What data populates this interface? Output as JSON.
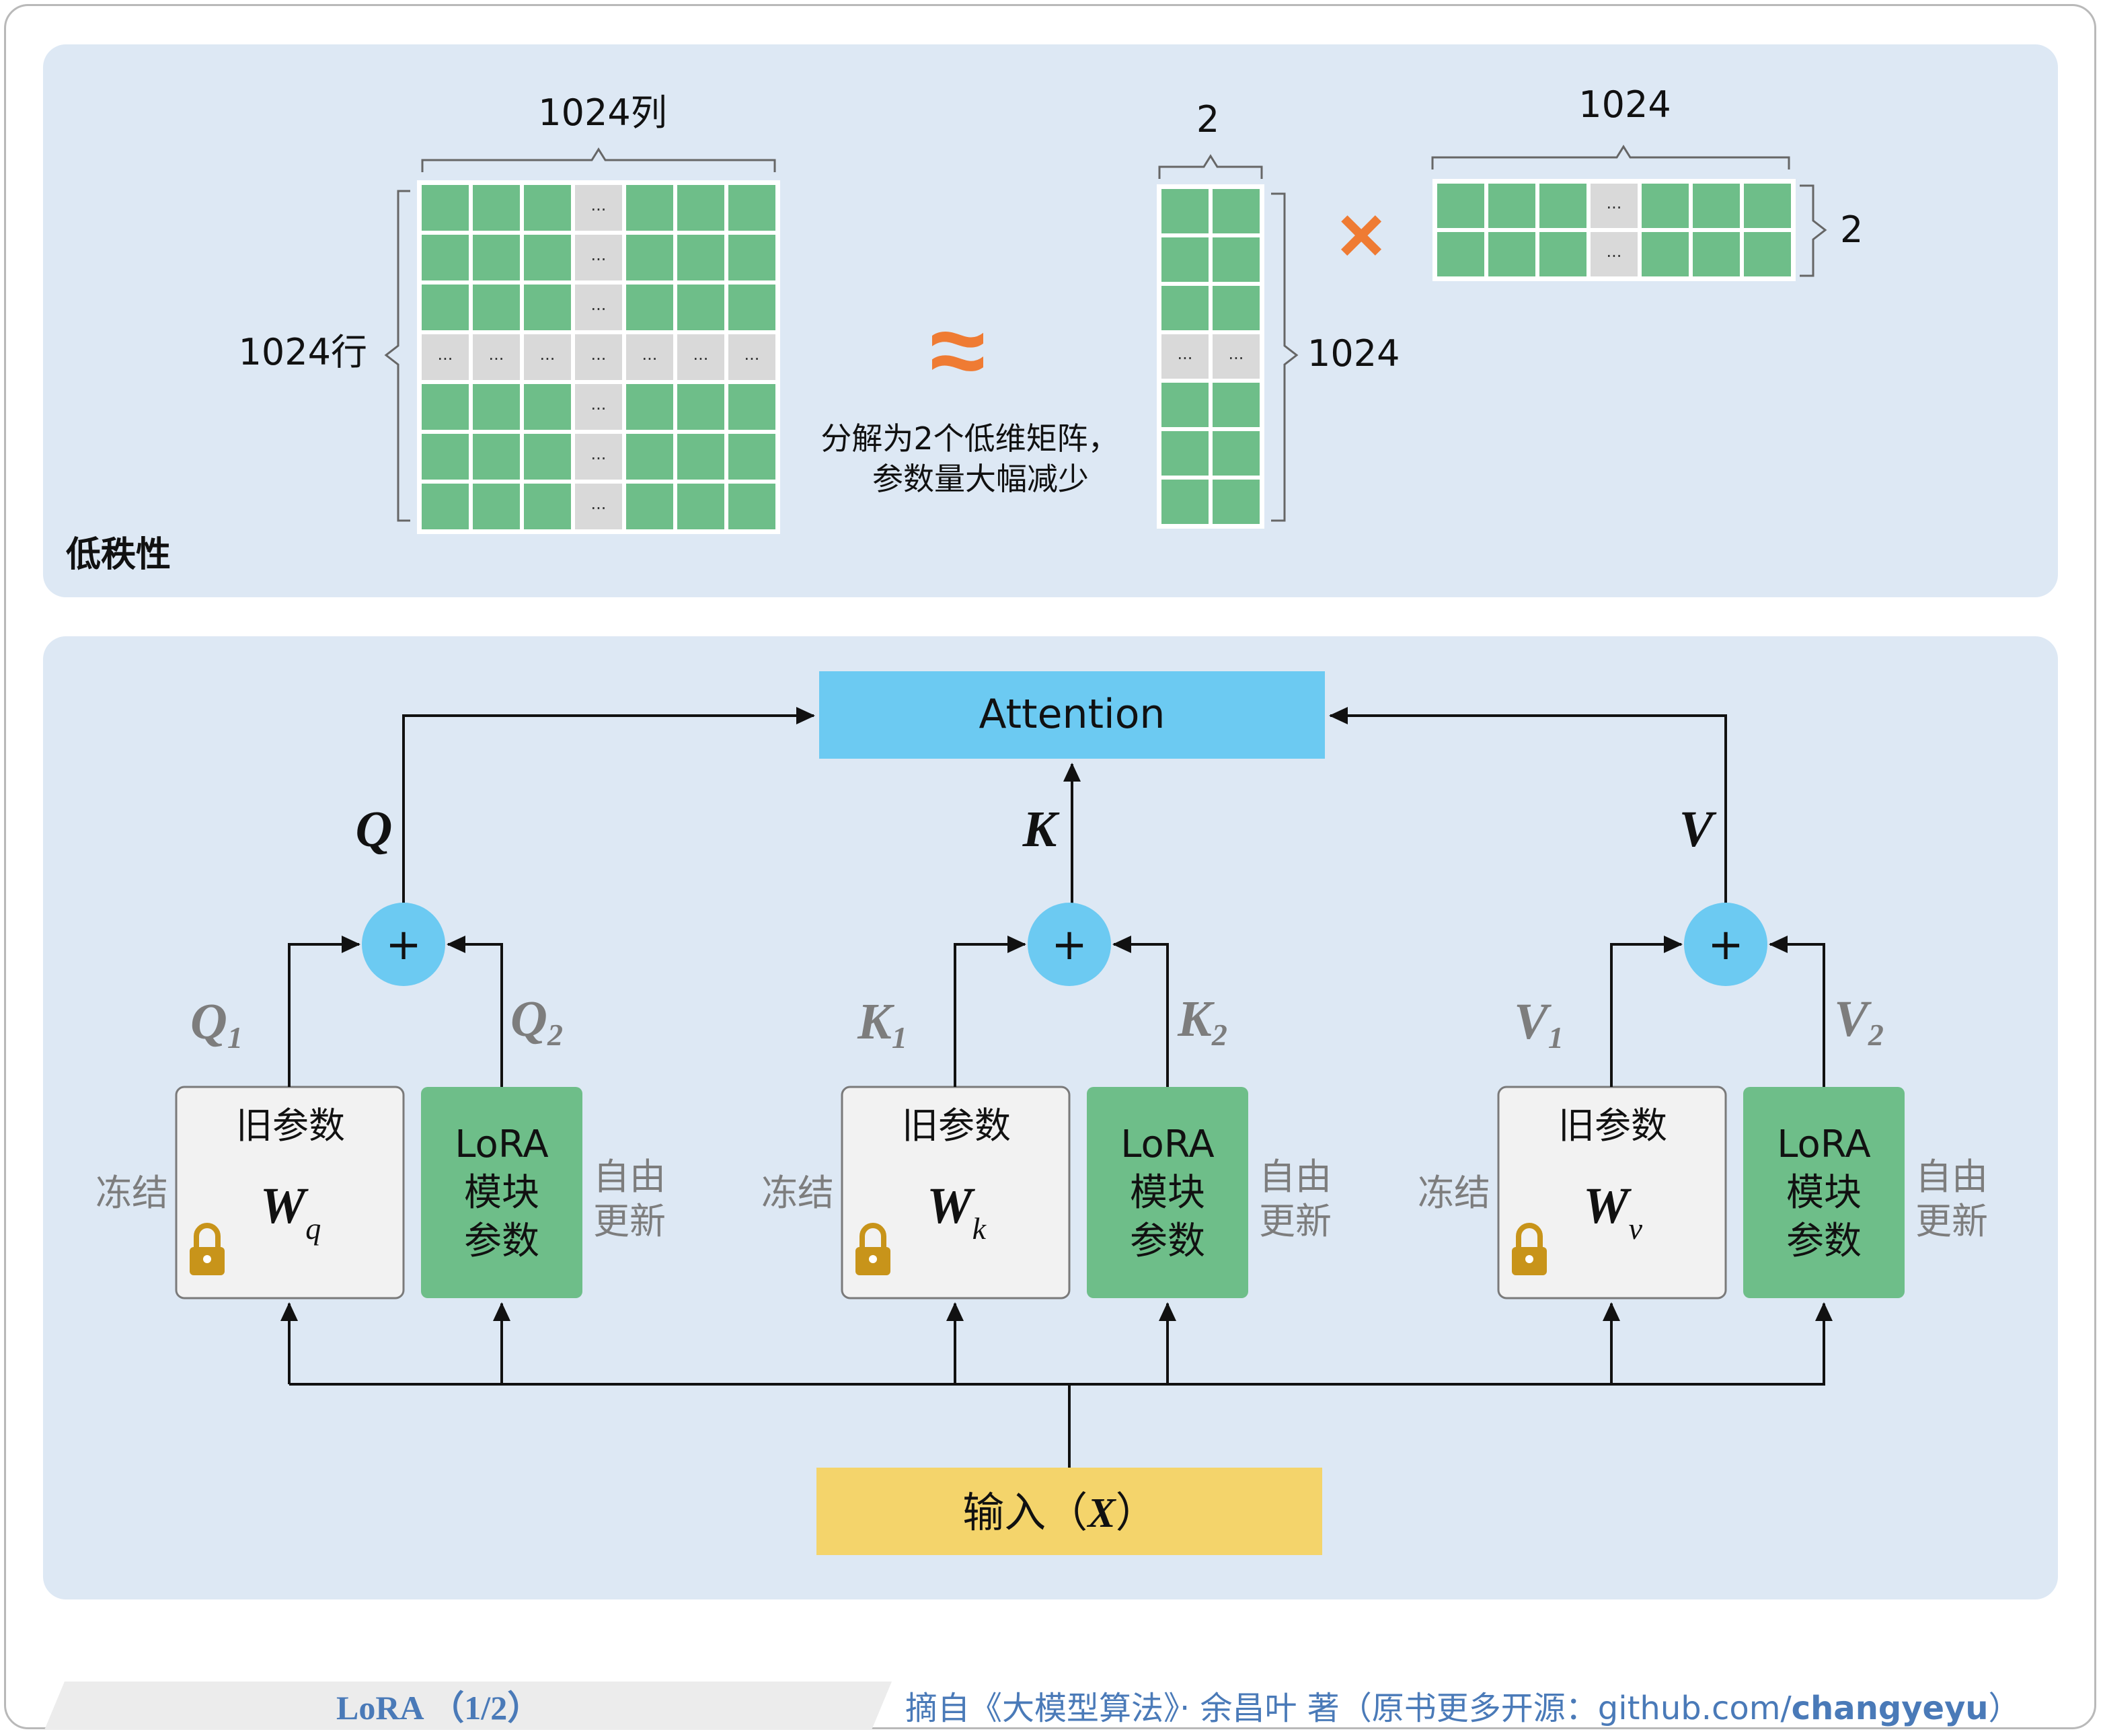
{
  "low_rank": {
    "section_label": "低秩性",
    "big_matrix": {
      "cols_label": "1024列",
      "rows_label": "1024行"
    },
    "approx_symbol": "≈",
    "approx_caption_line1": "分解为2个低维矩阵，",
    "approx_caption_line2": "参数量大幅减少",
    "tall_matrix": {
      "top_label": "2",
      "side_label": "1024"
    },
    "times_symbol": "×",
    "wide_matrix": {
      "top_label": "1024",
      "side_label": "2"
    },
    "ellipsis": "..."
  },
  "lora": {
    "attention_label": "Attention",
    "input_label": "输入（",
    "input_var": "X",
    "input_close": "）",
    "plus": "+",
    "branches": [
      {
        "out": "Q",
        "w_var": "W",
        "w_sub": "q",
        "frozen_out": "Q",
        "frozen_sub": "1",
        "lora_out": "Q",
        "lora_sub": "2"
      },
      {
        "out": "K",
        "w_var": "W",
        "w_sub": "k",
        "frozen_out": "K",
        "frozen_sub": "1",
        "lora_out": "K",
        "lora_sub": "2"
      },
      {
        "out": "V",
        "w_var": "W",
        "w_sub": "v",
        "frozen_out": "V",
        "frozen_sub": "1",
        "lora_out": "V",
        "lora_sub": "2"
      }
    ],
    "old_params_label": "旧参数",
    "frozen_label": "冻结",
    "lora_box_line1": "LoRA",
    "lora_box_line2": "模块",
    "lora_box_line3": "参数",
    "free_line1": "自由",
    "free_line2": "更新"
  },
  "footer": {
    "title": "LoRA （1/2）",
    "source_prefix": "摘自《大模型算法》· 余昌叶 著（原书更多开源：github.com/",
    "source_bold": "changyeyu",
    "source_suffix": "）"
  },
  "colors": {
    "green": "#6ebe89",
    "gray_cell": "#d9d9d9",
    "attention": "#6ccaf2",
    "input": "#f4d46b",
    "plus_circle": "#6ccaf2",
    "orange": "#ef7b33",
    "lock": "#c8941a",
    "footer_text": "#4a7ab8",
    "lora_box": "#6ebe89"
  }
}
